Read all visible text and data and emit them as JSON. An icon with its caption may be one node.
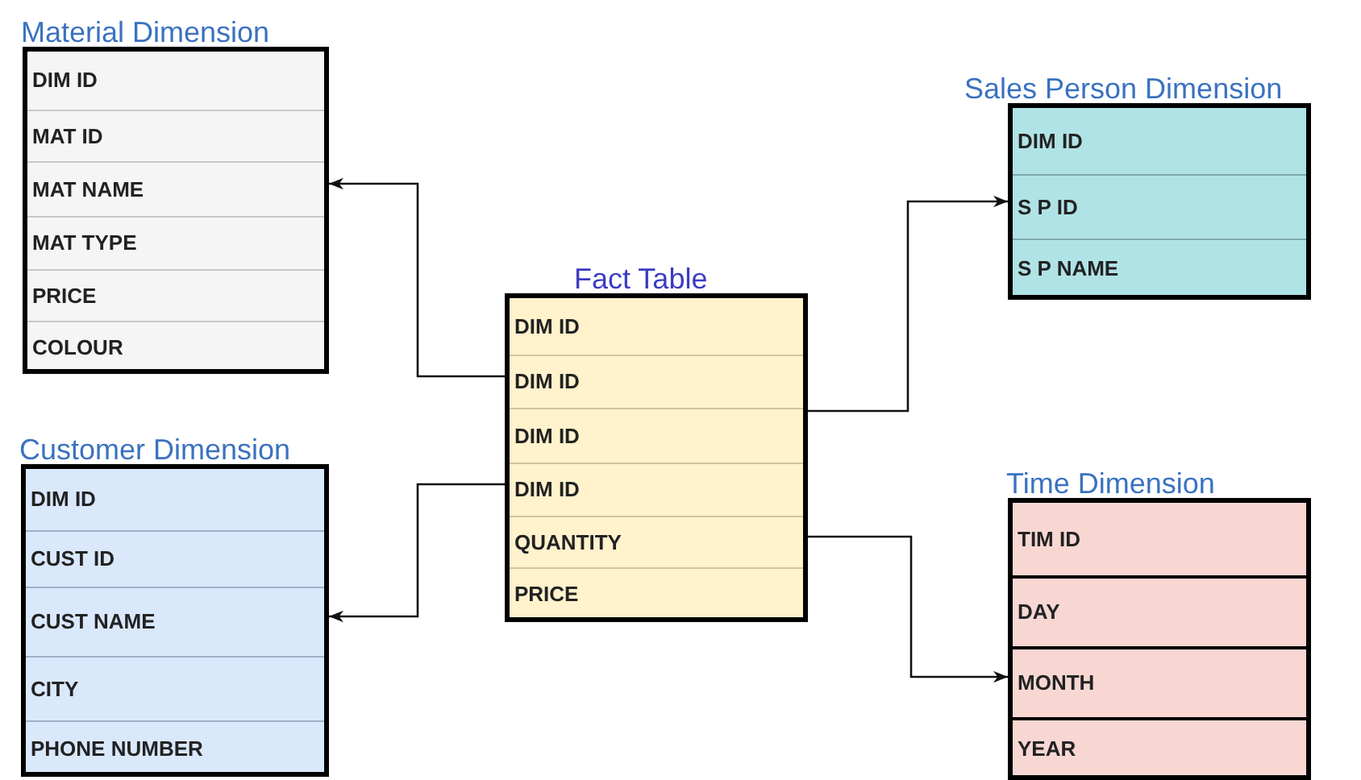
{
  "diagram": {
    "nodes": [
      {
        "text": [
          "Material Dimension"
        ]
      },
      {
        "text": [
          "DIM ID"
        ],
        "in": 0
      },
      {
        "text": [
          "MAT ID"
        ],
        "in": 0
      },
      {
        "text": [
          "MAT NAME"
        ],
        "in": 0
      },
      {
        "text": [
          "MAT TYPE"
        ],
        "in": 0
      },
      {
        "text": [
          "PRICE"
        ],
        "in": 0
      },
      {
        "text": [
          "COLOUR"
        ],
        "in": 0
      },
      {
        "text": [
          "Sales Person Dimension"
        ]
      },
      {
        "text": [
          "DIM ID"
        ],
        "in": 7
      },
      {
        "text": [
          "S P ID"
        ],
        "in": 7
      },
      {
        "text": [
          "S P NAME"
        ],
        "in": 7
      },
      {
        "text": [
          "Fact Table"
        ]
      },
      {
        "text": [
          "DIM ID"
        ],
        "in": 11
      },
      {
        "text": [
          "DIM ID"
        ],
        "in": 11
      },
      {
        "text": [
          "DIM ID"
        ],
        "in": 11
      },
      {
        "text": [
          "DIM ID"
        ],
        "in": 11
      },
      {
        "text": [
          "QUANTITY"
        ],
        "in": 11
      },
      {
        "text": [
          "PRICE"
        ],
        "in": 11
      },
      {
        "text": [
          "Customer Dimension"
        ]
      },
      {
        "text": [
          "DIM ID"
        ],
        "in": 18
      },
      {
        "text": [
          "CUST ID"
        ],
        "in": 18
      },
      {
        "text": [
          "CUST NAME"
        ],
        "in": 18
      },
      {
        "text": [
          "CITY"
        ],
        "in": 18
      },
      {
        "text": [
          "PHONE NUMBER"
        ],
        "in": 18
      },
      {
        "text": [
          "Time Dimension"
        ]
      },
      {
        "text": [
          "TIM ID"
        ],
        "in": 24
      },
      {
        "text": [
          "DAY"
        ],
        "in": 24
      },
      {
        "text": [
          "MONTH"
        ],
        "in": 24
      },
      {
        "text": [
          "YEAR"
        ],
        "in": 24
      }
    ],
    "edges": [
      {
        "from": 13,
        "to": 3,
        "arrow": "to"
      },
      {
        "from": 14,
        "to": 9,
        "arrow": "to"
      },
      {
        "from": 15,
        "to": 21,
        "arrow": "to"
      },
      {
        "from": 16,
        "to": 27,
        "arrow": "to"
      }
    ]
  }
}
